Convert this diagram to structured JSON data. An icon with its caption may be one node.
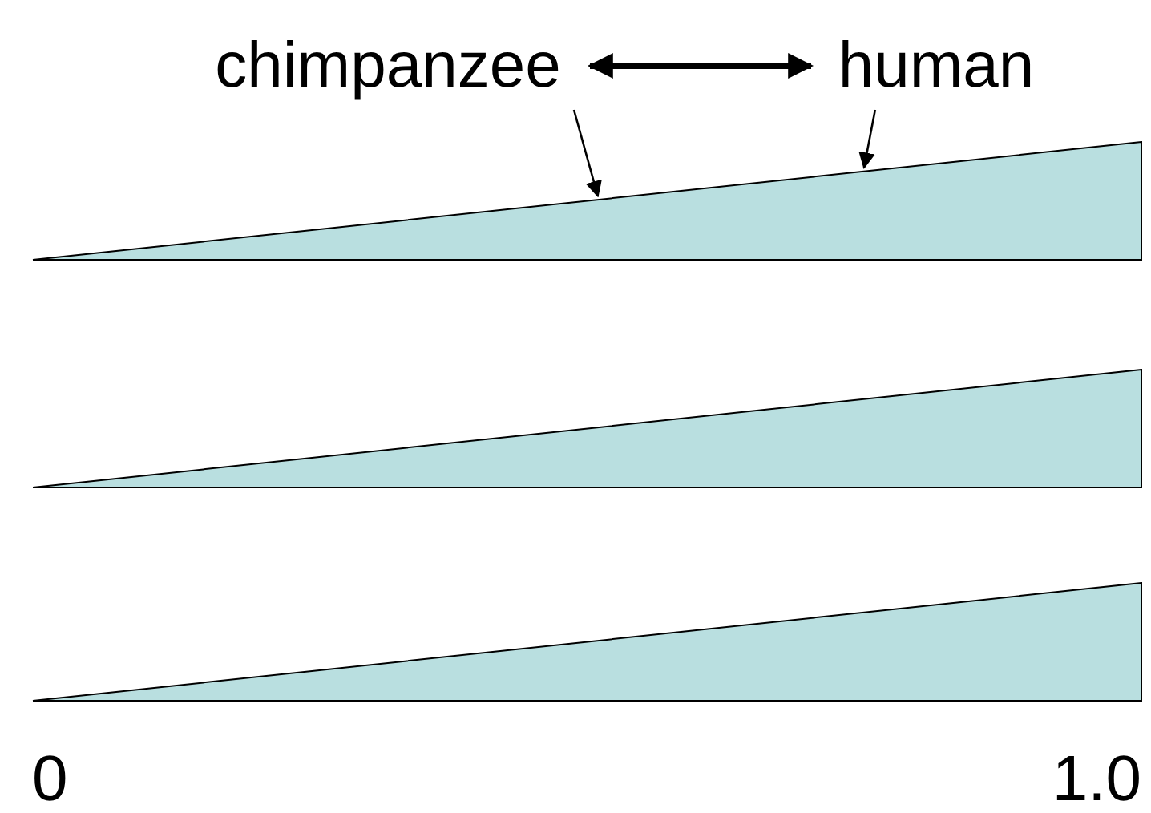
{
  "diagram": {
    "nodes": [
      {
        "text": [
          "chimpanzee"
        ]
      },
      {
        "text": [
          "human"
        ]
      },
      {
        "text": [],
        "shape": "triangle"
      },
      {
        "text": [],
        "shape": "triangle"
      },
      {
        "text": [],
        "shape": "triangle"
      }
    ],
    "edges": [
      {
        "from": 0,
        "to": 1,
        "arrow": "both",
        "style": "thick"
      },
      {
        "from": 0,
        "to": 2,
        "arrow": "to"
      },
      {
        "from": 1,
        "to": 2,
        "arrow": "to"
      }
    ],
    "labels": [
      "0",
      "1.0"
    ]
  }
}
